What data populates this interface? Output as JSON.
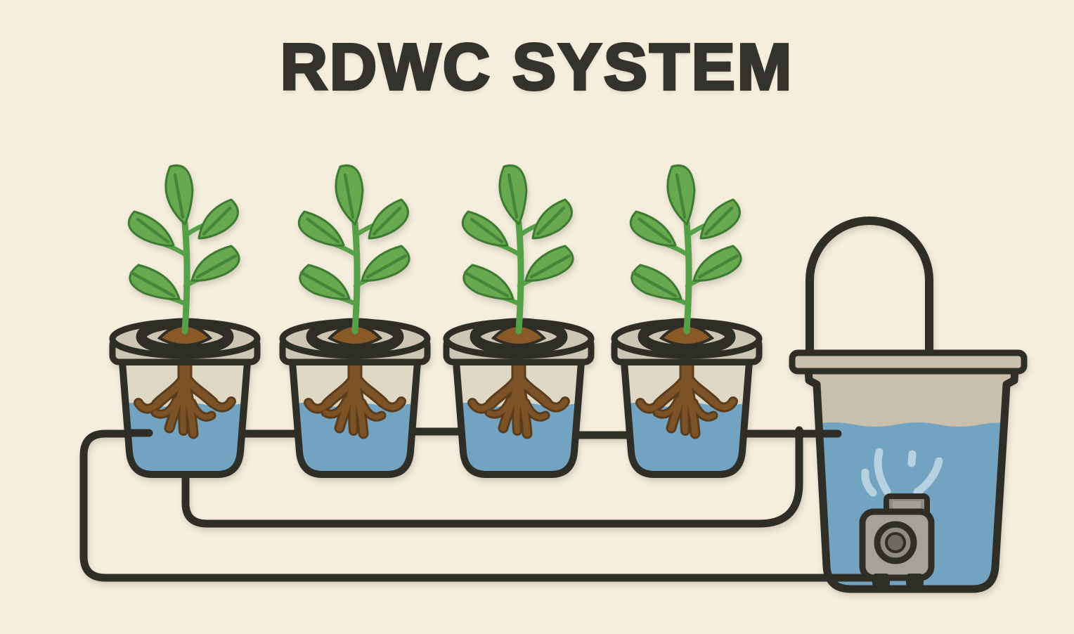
{
  "title": "RDWC SYSTEM",
  "scene": {
    "kind": "hydroponics-diagram",
    "subject": "recirculating deep water culture system",
    "plant_buckets": {
      "count": 4,
      "parts": [
        "gray lid with growing medium",
        "green seedling with five leaves",
        "brown roots hanging into water",
        "blue nutrient water",
        "translucent bucket body"
      ]
    },
    "reservoir": {
      "parts": [
        "carry handle",
        "tan rim",
        "nutrient water with wavy surface",
        "submersible pump with round impeller",
        "water spray jets above pump"
      ]
    },
    "plumbing": {
      "water_level_connectors": 4,
      "lines": [
        "left return line running under all buckets to pump",
        "bottom drain line from first bucket rising to reservoir inlet"
      ]
    }
  },
  "colors": {
    "bg": "#f5eedd",
    "title": "#33322c",
    "outline": "#2e2e28",
    "water": "#72a4c2",
    "bucketWall": "#ded7c4",
    "reservoirWall": "#c8c0ad",
    "lid": "#cdc6b5",
    "medium": "#8a5a28",
    "root": "#7b5327",
    "rootDark": "#5a3c1d",
    "stem": "#57a046",
    "leaf": "#67a84f",
    "leafVein": "#47853a",
    "leafOutline": "#3c7a31",
    "pumpBody": "#a7a299",
    "pumpInner": "#8f8b82",
    "pumpCore": "#6e6a61",
    "spray": "#b6d2e0"
  }
}
